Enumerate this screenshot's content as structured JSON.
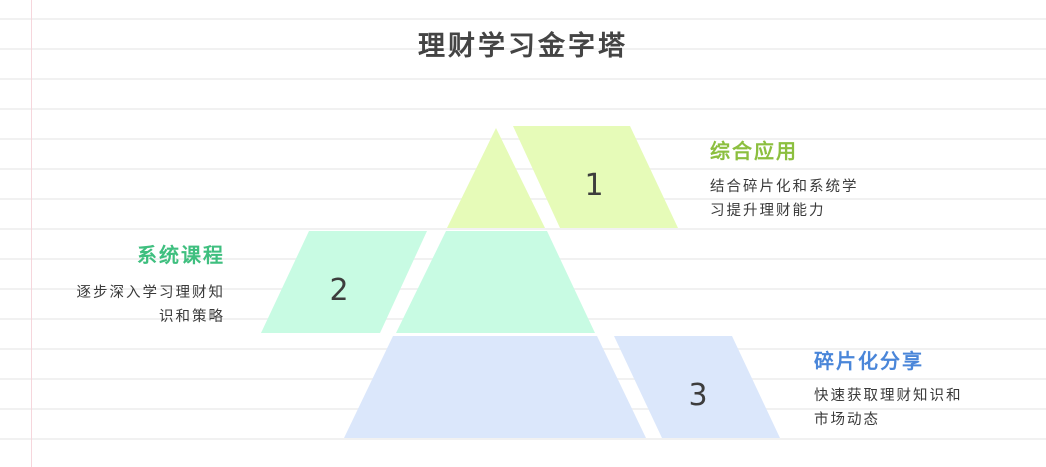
{
  "title": "理财学习金字塔",
  "colors": {
    "title": "#444444",
    "tier1_fill": "#e6fbb8",
    "tier1_label": "#8cbf3f",
    "tier2_fill": "#c8fbe3",
    "tier2_label": "#3fbf7f",
    "tier3_fill": "#dbe7fb",
    "tier3_label": "#4a86d9",
    "margin_line": "#f6d6dc"
  },
  "tiers": [
    {
      "number": "1",
      "label": "综合应用",
      "desc_lines": [
        "结合碎片化和系统学",
        "习提升理财能力"
      ],
      "side": "right"
    },
    {
      "number": "2",
      "label": "系统课程",
      "desc_lines": [
        "逐步深入学习理财知",
        "识和策略"
      ],
      "side": "left"
    },
    {
      "number": "3",
      "label": "碎片化分享",
      "desc_lines": [
        "快速获取理财知识和",
        "市场动态"
      ],
      "side": "right"
    }
  ]
}
